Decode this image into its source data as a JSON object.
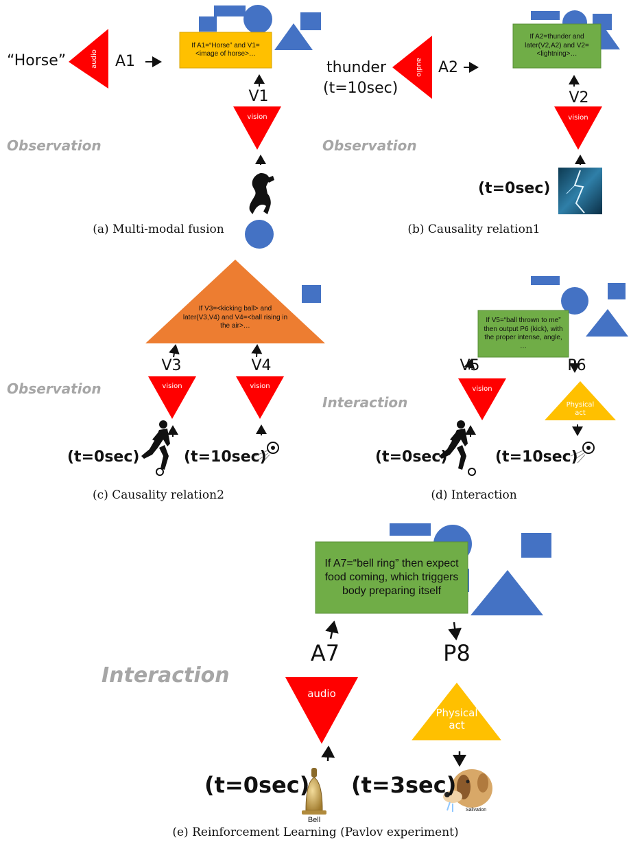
{
  "panels": {
    "a": {
      "caption": "(a) Multi-modal fusion",
      "word": "“Horse”",
      "a_label": "A1",
      "audio": "audio",
      "rule": "If A1=“Horse” and V1=<image of horse>…",
      "v_label": "V1",
      "vision": "vision",
      "mode": "Observation"
    },
    "b": {
      "caption": "(b) Causality relation1",
      "word": "thunder",
      "word_time": "(t=10sec)",
      "a_label": "A2",
      "audio": "audio",
      "rule": "If A2=thunder and later(V2,A2) and V2=<lightning>…",
      "v_label": "V2",
      "vision": "vision",
      "time": "(t=0sec)",
      "mode": "Observation"
    },
    "c": {
      "caption": "(c) Causality relation2",
      "rule": "If V3=<kicking ball> and later(V3,V4) and V4=<ball rising in the air>…",
      "v3_label": "V3",
      "v4_label": "V4",
      "vision": "vision",
      "time1": "(t=0sec)",
      "time2": "(t=10sec)",
      "mode": "Observation"
    },
    "d": {
      "caption": "(d) Interaction",
      "rule": "If V5=“ball thrown to me” then output P6 (kick), with the proper intense, angle, …",
      "v_label": "V5",
      "p_label": "P6",
      "vision": "vision",
      "physical": "Physical act",
      "time1": "(t=0sec)",
      "time2": "(t=10sec)",
      "mode": "Interaction"
    },
    "e": {
      "caption": "(e) Reinforcement Learning (Pavlov experiment)",
      "rule": "If A7=“bell ring” then expect food coming, which triggers body preparing itself",
      "a_label": "A7",
      "p_label": "P8",
      "audio": "audio",
      "physical": "Physical act",
      "time1": "(t=0sec)",
      "time2": "(t=3sec)",
      "bell_label": "Bell",
      "dog_label": "Salivation",
      "mode": "Interaction"
    }
  },
  "colors": {
    "audio_red": "#ff0000",
    "vision_red": "#ff0000",
    "memory_blue": "#4472c4",
    "rule_yellow": "#ffc000",
    "rule_green": "#70ad47",
    "rule_orange": "#ed7d31",
    "physical_yellow": "#ffc000",
    "mode_gray": "#a6a6a6"
  }
}
